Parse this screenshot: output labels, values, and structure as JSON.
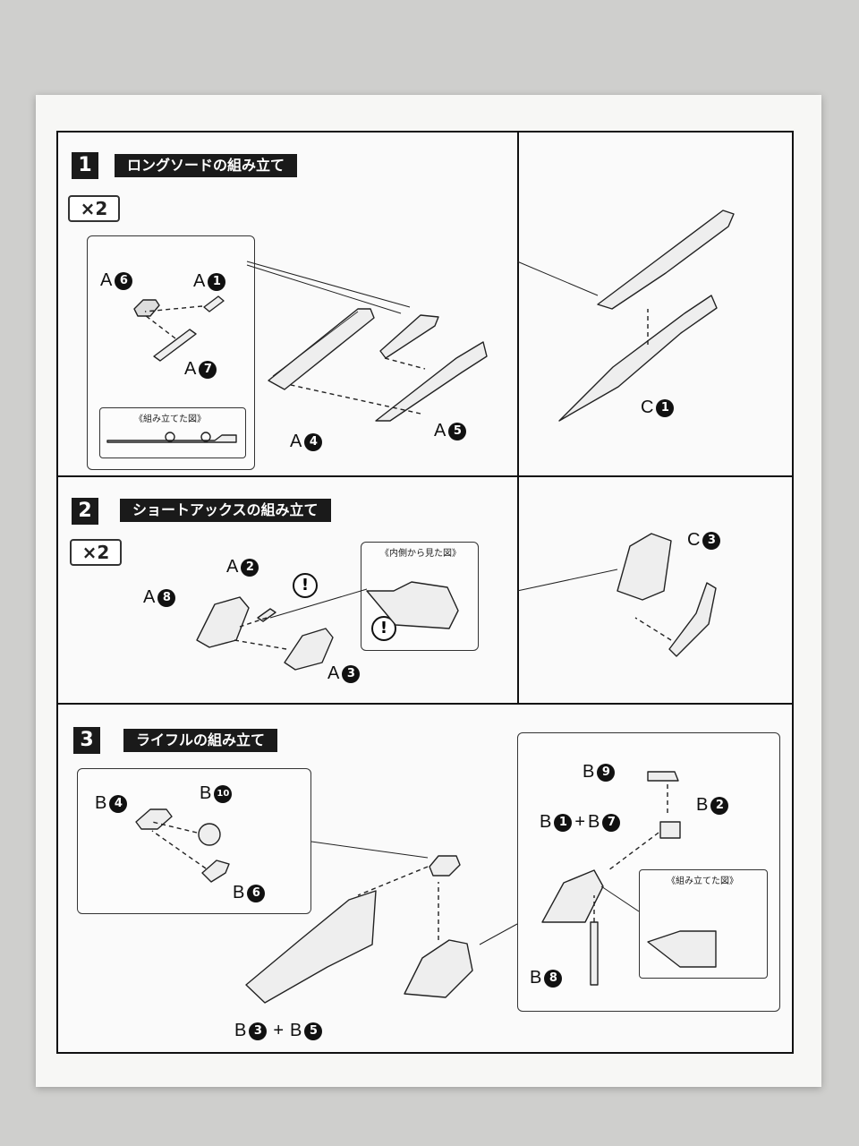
{
  "steps": [
    {
      "number": "1",
      "title": "ロングソードの組み立て",
      "multiplier": "×2",
      "inset_caption": "《組み立てた図》"
    },
    {
      "number": "2",
      "title": "ショートアックスの組み立て",
      "multiplier": "×2",
      "inset_caption": "《内側から見た図》"
    },
    {
      "number": "3",
      "title": "ライフルの組み立て",
      "inset_caption": "《組み立てた図》"
    }
  ],
  "labels": {
    "s1": {
      "a6": {
        "letter": "A",
        "num": "6"
      },
      "a1": {
        "letter": "A",
        "num": "1"
      },
      "a7": {
        "letter": "A",
        "num": "7"
      },
      "a4": {
        "letter": "A",
        "num": "4"
      },
      "a5": {
        "letter": "A",
        "num": "5"
      },
      "c1": {
        "letter": "C",
        "num": "1"
      }
    },
    "s2": {
      "a2": {
        "letter": "A",
        "num": "2"
      },
      "a8": {
        "letter": "A",
        "num": "8"
      },
      "a3": {
        "letter": "A",
        "num": "3"
      },
      "c3": {
        "letter": "C",
        "num": "3"
      },
      "caution": "!"
    },
    "s3": {
      "b4": {
        "letter": "B",
        "num": "4"
      },
      "b10": {
        "letter": "B",
        "num": "10"
      },
      "b6": {
        "letter": "B",
        "num": "6"
      },
      "b9": {
        "letter": "B",
        "num": "9"
      },
      "b2": {
        "letter": "B",
        "num": "2"
      },
      "b1": {
        "letter": "B",
        "num": "1"
      },
      "b7": {
        "letter": "B",
        "num": "7"
      },
      "b8": {
        "letter": "B",
        "num": "8"
      },
      "b3": {
        "letter": "B",
        "num": "3"
      },
      "b5": {
        "letter": "B",
        "num": "5"
      },
      "plus": "+"
    }
  }
}
